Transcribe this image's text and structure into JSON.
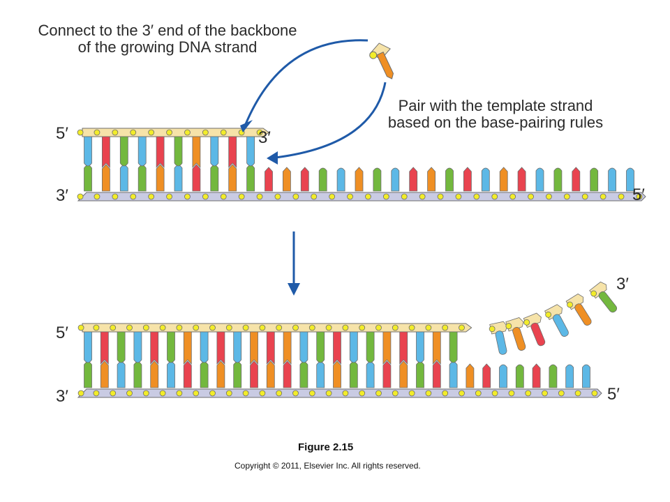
{
  "labels": {
    "connect_line1": "Connect to the 3′ end of the backbone",
    "connect_line2": "of the growing DNA strand",
    "pair_line1": "Pair with the template strand",
    "pair_line2": "based on the base-pairing rules",
    "top_left_5": "5′",
    "top_left_3": "3′",
    "top_new_3": "3′",
    "top_right_5": "5′",
    "bottom_left_5": "5′",
    "bottom_left_3": "3′",
    "bottom_top_3": "3′",
    "bottom_right_5": "5′",
    "figure": "Figure 2.15",
    "copyright": "Copyright © 2011, Elsevier Inc. All rights reserved."
  },
  "colors": {
    "A": "#ef8f24",
    "T": "#e9434f",
    "C": "#73b83e",
    "G": "#5cb8e6",
    "backbone_new": "#f6e3a9",
    "backbone_template": "#c9cbe3",
    "phosphate": "#f2ec2a",
    "arrow": "#1f5aa8"
  },
  "diagram": {
    "top_template_bases": [
      "C",
      "A",
      "G",
      "C",
      "A",
      "G",
      "T",
      "C",
      "A",
      "C",
      "T",
      "A",
      "T",
      "C",
      "G",
      "A",
      "C",
      "G",
      "T",
      "A",
      "C",
      "T",
      "G",
      "A",
      "T",
      "G",
      "C",
      "T",
      "C",
      "G",
      "G"
    ],
    "top_paired_count": 10,
    "bottom_template_bases": [
      "C",
      "A",
      "G",
      "C",
      "A",
      "G",
      "T",
      "C",
      "A",
      "C",
      "T",
      "A",
      "T",
      "C",
      "G",
      "A",
      "C",
      "G",
      "T",
      "A",
      "C",
      "T",
      "G",
      "A",
      "T",
      "G",
      "C",
      "T",
      "C",
      "G",
      "G"
    ],
    "bottom_paired_count": 23
  }
}
